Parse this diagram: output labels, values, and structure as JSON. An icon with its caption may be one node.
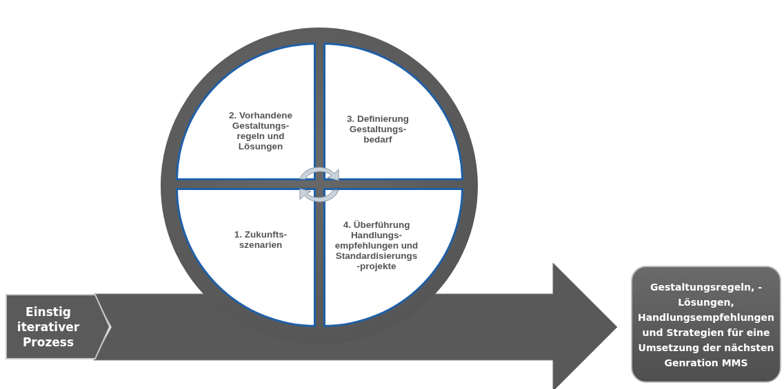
{
  "diagram": {
    "nodes": [
      {
        "text": [],
        "shape": "circle"
      },
      {
        "text": [
          "2. Vorhandene Gestaltungs- regeln und Lösungen"
        ],
        "in": 0
      },
      {
        "text": [
          "3. Definierung Gestaltungs- bedarf"
        ],
        "in": 0
      },
      {
        "text": [
          "1. Zukunfts- szenarien"
        ],
        "in": 0
      },
      {
        "text": [
          "4. Überführung Handlungs- empfehlungen und Standardisierungs -projekte"
        ],
        "in": 0
      },
      {
        "text": [
          "Einstig iterativer Prozess"
        ]
      },
      {
        "text": [
          "Gestaltungsregeln, - Lösungen, Handlungsempfehlungen und Strategien für eine Umsetzung der nächsten Genration MMS"
        ]
      }
    ],
    "edges": [
      {
        "from": 5,
        "to": 6,
        "arrow": "to"
      }
    ]
  }
}
